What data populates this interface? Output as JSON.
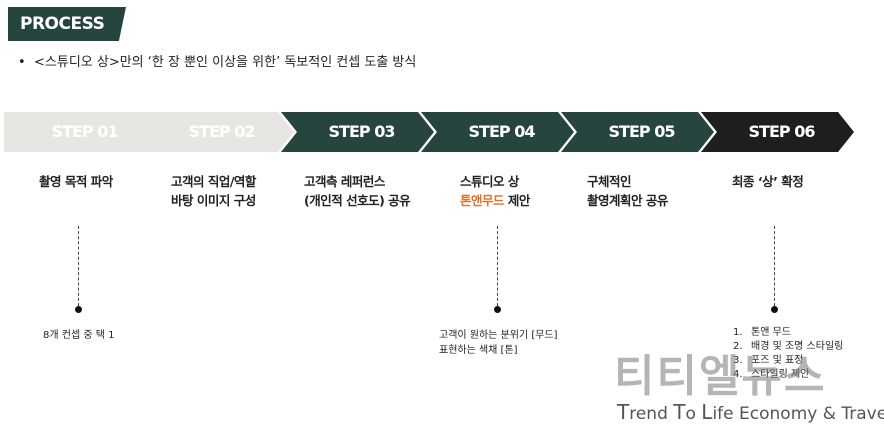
{
  "header": {
    "badge": "PROCESS",
    "bullet": "<스튜디오 상>만의 ‘한 장 뿐인 이상을 위한’ 독보적인 컨셉 도출 방식"
  },
  "steps": [
    {
      "label": "STEP 01",
      "desc_1": "촬영 목적 파악",
      "desc_2": ""
    },
    {
      "label": "STEP 02",
      "desc_1": "고객의 직업/역할",
      "desc_2": "바탕 이미지 구성"
    },
    {
      "label": "STEP 03",
      "desc_1": "고객측 레퍼런스",
      "desc_2": "(개인적 선호도) 공유"
    },
    {
      "label": "STEP 04",
      "desc_1": "스튜디오 상",
      "desc_2_accent": "톤앤무드",
      "desc_2_rest": " 제안"
    },
    {
      "label": "STEP 05",
      "desc_1": "구체적인",
      "desc_2": "촬영계획안 공유"
    },
    {
      "label": "STEP 06",
      "desc_1": "최종 ‘상’ 확정",
      "desc_2": ""
    }
  ],
  "notes": {
    "step1": "8개 컨셉 중 택 1",
    "step4_line1": "고객이 원하는 분위기 [무드]",
    "step4_line2": "표현하는 색채 [톤]",
    "step6_items": [
      {
        "num": "1.",
        "text": "톤앤 무드"
      },
      {
        "num": "2.",
        "text": "배경 및 조명 스타일링"
      },
      {
        "num": "3.",
        "text": "포즈 및 표정"
      },
      {
        "num": "4.",
        "text": "스타일링 제안"
      }
    ]
  },
  "watermark": {
    "title": "티티엘뉴스",
    "sub_1_cap": "T",
    "sub_1_rest": "rend ",
    "sub_2_cap": "T",
    "sub_2_rest": "o ",
    "sub_3_cap": "L",
    "sub_3_rest": "ife Economy & Travel"
  },
  "colors": {
    "dark_green": "#27453f",
    "light_step": "#e7e6e2",
    "black_step": "#1e1e1e",
    "accent": "#e0702a"
  }
}
